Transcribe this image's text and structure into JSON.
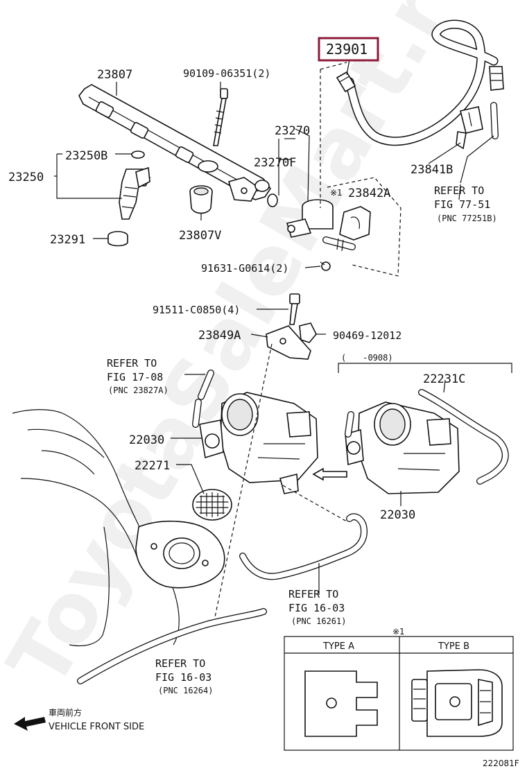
{
  "watermark": "ToyotaSaleMart.ru",
  "highlight_color": "#8b1a3a",
  "parts": {
    "p23901": "23901",
    "p23807": "23807",
    "p90109": "90109-06351(2)",
    "p23270": "23270",
    "p23270F": "23270F",
    "p23250B": "23250B",
    "p23250": "23250",
    "p23291": "23291",
    "p23807V": "23807V",
    "p23842A": "23842A",
    "p23842A_mark": "※1",
    "p23841B": "23841B",
    "p91631": "91631-G0614(2)",
    "p91511": "91511-C0850(4)",
    "p23849A": "23849A",
    "p90469": "90469-12012",
    "p22030_left": "22030",
    "p22271": "22271",
    "p22231C": "22231C",
    "p22030_right": "22030",
    "date_range": "(　　-0908)"
  },
  "references": {
    "ref_77_51": {
      "line1": "REFER TO",
      "line2": "FIG 77-51",
      "line3": "(PNC 77251B)"
    },
    "ref_17_08": {
      "line1": "REFER TO",
      "line2": "FIG 17-08",
      "line3": "(PNC 23827A)"
    },
    "ref_16_03_a": {
      "line1": "REFER TO",
      "line2": "FIG 16-03",
      "line3": "(PNC 16261)"
    },
    "ref_16_03_b": {
      "line1": "REFER TO",
      "line2": "FIG 16-03",
      "line3": "(PNC 16264)"
    }
  },
  "types_box": {
    "mark": "※1",
    "type_a": "TYPE A",
    "type_b": "TYPE B"
  },
  "front_side": {
    "japanese": "車両前方",
    "english": "VEHICLE FRONT SIDE"
  },
  "figure_code": "222081F"
}
